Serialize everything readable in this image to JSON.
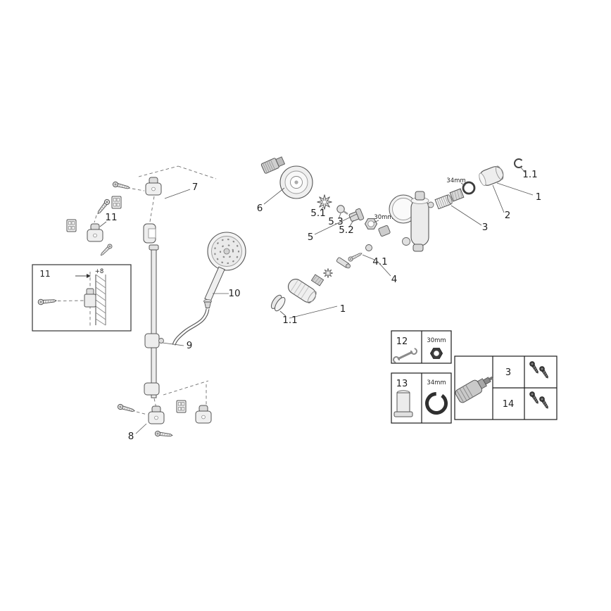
{
  "diagram": {
    "shower_rail_assembly": {
      "callout_7": "7",
      "callout_11": "11",
      "callout_10": "10",
      "callout_9": "9",
      "callout_8": "8"
    },
    "mounting_detail": {
      "callout_11": "11",
      "offset_dimension": "+8"
    },
    "thermostat_assembly": {
      "callout_6": "6",
      "callout_5": "5",
      "callout_5_1": "5.1",
      "callout_5_2": "5.2",
      "callout_5_3": "5.3",
      "nut_size": "30mm",
      "callout_4": "4",
      "callout_4_1": "4.1",
      "ring_size": "34mm",
      "callout_1_1_right": "1.1",
      "callout_1_right": "1",
      "callout_2": "2",
      "callout_3": "3",
      "callout_1_left": "1",
      "callout_1_1_left": "1.1"
    },
    "parts_table": {
      "row_12_label": "12",
      "row_12_size": "30mm",
      "row_13_label": "13",
      "row_13_size": "34mm",
      "cell_3_label": "3",
      "cell_14_label": "14"
    },
    "icons": {
      "wrench": "open-end-wrench-icon",
      "nut": "nut-30mm-icon",
      "retaining_ring": "ring-34mm-icon",
      "cartridge": "cartridge-icon",
      "screws": "fixing-screws-icon"
    },
    "colors": {
      "ink": "#474747",
      "table_line": "#1c1c1c",
      "dark_part": "#3c3c3c",
      "paper": "#ffffff"
    }
  }
}
